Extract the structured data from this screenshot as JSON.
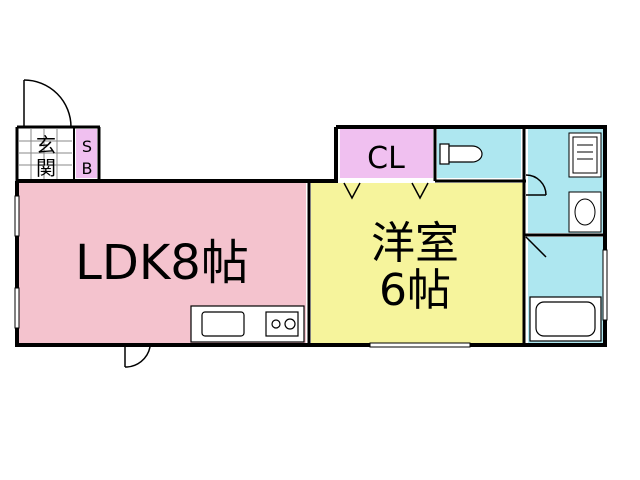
{
  "rooms": {
    "ldk": {
      "label": "LDK8帖",
      "color": "#f4c3ce"
    },
    "western": {
      "label_line1": "洋室",
      "label_line2": "6帖",
      "color": "#f6f49c"
    },
    "closet": {
      "label": "CL",
      "color": "#f0c0f0"
    },
    "entrance": {
      "label_line1": "玄",
      "label_line2": "関"
    },
    "shoe_box": {
      "label_line1": "S",
      "label_line2": "B",
      "color": "#f0c0f0"
    },
    "toilet": {
      "color": "#aee7f0"
    },
    "washroom": {
      "color": "#aee7f0"
    },
    "bathroom": {
      "color": "#aee7f0"
    }
  },
  "fixtures": [
    "toilet-icon",
    "washbasin-icon",
    "bathtub-icon",
    "kitchen-sink-icon",
    "stove-icon",
    "washing-machine-space-icon"
  ]
}
